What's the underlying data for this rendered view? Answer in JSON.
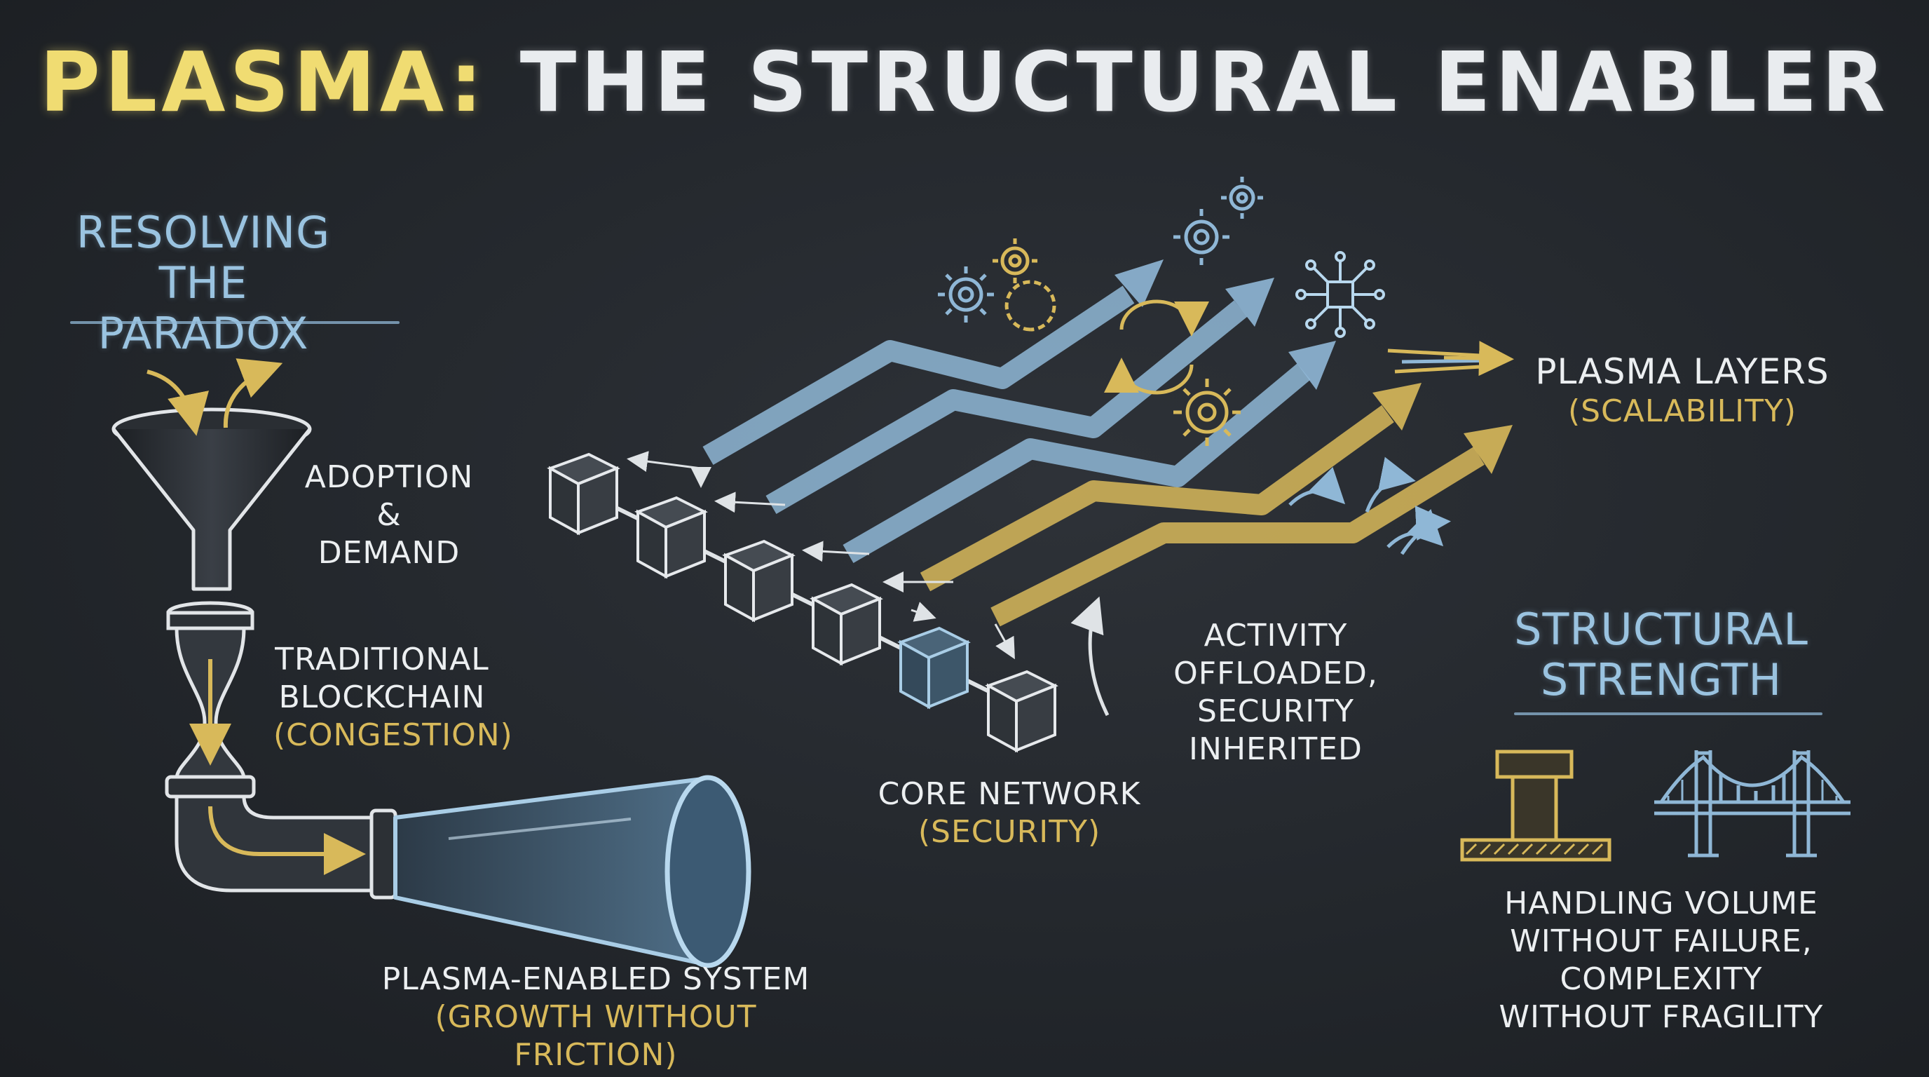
{
  "title": {
    "accent": "PLASMA:",
    "rest": "THE STRUCTURAL ENABLER"
  },
  "left_panel": {
    "heading_line1": "RESOLVING",
    "heading_line2": "THE PARADOX",
    "funnel_label_line1": "ADOPTION",
    "funnel_label_line2": "& DEMAND",
    "bottleneck_label_line1": "TRADITIONAL",
    "bottleneck_label_line2": "BLOCKCHAIN",
    "bottleneck_sub": "(CONGESTION)",
    "output_label": "PLASMA-ENABLED SYSTEM",
    "output_sub": "(GROWTH WITHOUT FRICTION)"
  },
  "center_panel": {
    "core_label": "CORE NETWORK",
    "core_sub": "(SECURITY)",
    "offload_line1": "ACTIVITY OFFLOADED,",
    "offload_line2": "SECURITY INHERITED",
    "layers_label": "PLASMA LAYERS",
    "layers_sub": "(SCALABILITY)"
  },
  "right_panel": {
    "heading_line1": "STRUCTURAL",
    "heading_line2": "STRENGTH",
    "caption_line1": "HANDLING VOLUME",
    "caption_line2": "WITHOUT FAILURE, COMPLEXITY",
    "caption_line3": "WITHOUT FRAGILITY"
  },
  "colors": {
    "chalkboard": "#23272c",
    "chalk_white": "#eceff1",
    "chalk_blue": "#9ac3e0",
    "chalk_gold": "#d8b95a",
    "title_yellow": "#f0dc72"
  },
  "icons": [
    "funnel-icon",
    "hourglass-pipe-icon",
    "flared-pipe-icon",
    "gear-icon",
    "network-hub-icon",
    "speed-lines-icon",
    "pillar-icon",
    "bridge-icon"
  ]
}
